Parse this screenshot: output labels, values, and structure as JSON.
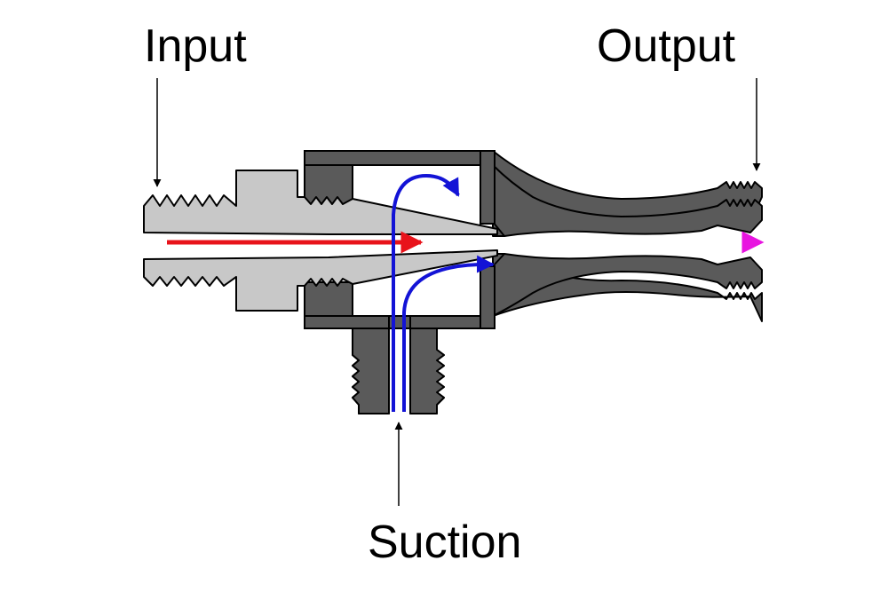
{
  "diagram": {
    "labels": {
      "input": "Input",
      "output": "Output",
      "suction": "Suction"
    },
    "colors": {
      "body_dark": "#5a5a5a",
      "nozzle_light": "#c8c8c8",
      "outline": "#000000",
      "motive_flow": "#e8131b",
      "suction_flow": "#1313d6",
      "mixed_flow": "#e814e0"
    }
  }
}
